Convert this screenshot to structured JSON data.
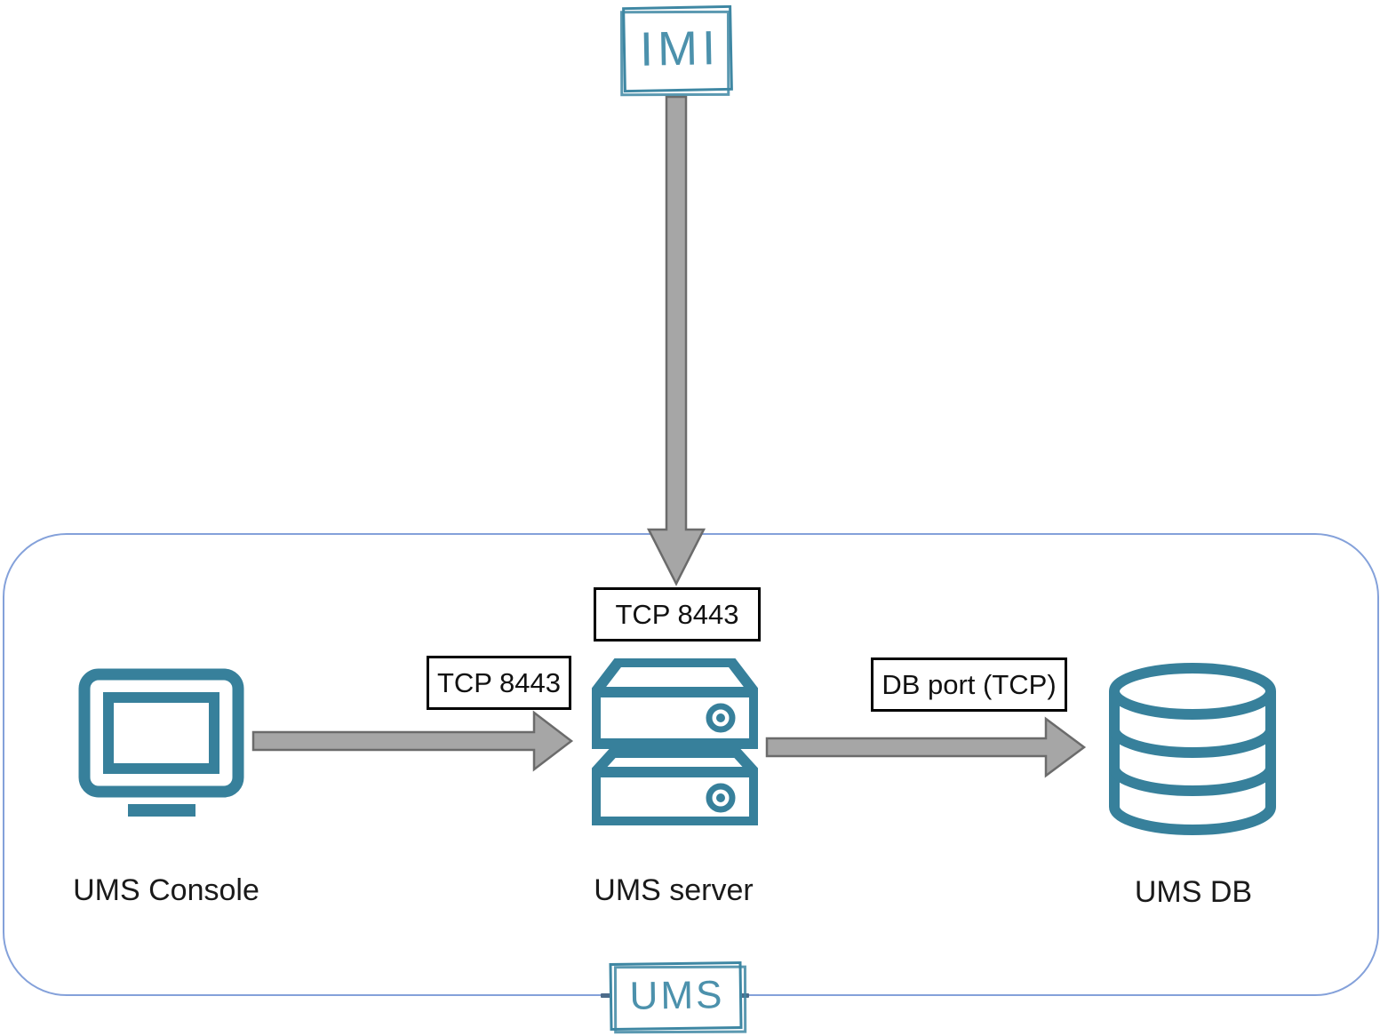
{
  "nodes": {
    "imi": {
      "label": "IMI",
      "icon": "imi-sketch-box"
    },
    "console": {
      "label": "UMS Console",
      "icon": "monitor-icon"
    },
    "server": {
      "label": "UMS server",
      "icon": "server-stack-icon"
    },
    "db": {
      "label": "UMS DB",
      "icon": "database-icon"
    },
    "ums_group": {
      "label": "UMS",
      "icon": "ums-sketch-box"
    }
  },
  "edges": {
    "imi_to_server": {
      "label": "TCP 8443",
      "direction": "down"
    },
    "console_to_server": {
      "label": "TCP 8443",
      "direction": "right"
    },
    "server_to_db": {
      "label": "DB port (TCP)",
      "direction": "right"
    }
  },
  "colors": {
    "icon_teal": "#37809B",
    "sketch_teal": "#3E87A3",
    "sketch_text_teal": "#4C91AC",
    "boundary_blue": "#84A1DA",
    "arrow_fill": "#A6A6A6",
    "arrow_outline": "#6B6B6B",
    "label_border": "#000000",
    "label_text": "#111111"
  }
}
